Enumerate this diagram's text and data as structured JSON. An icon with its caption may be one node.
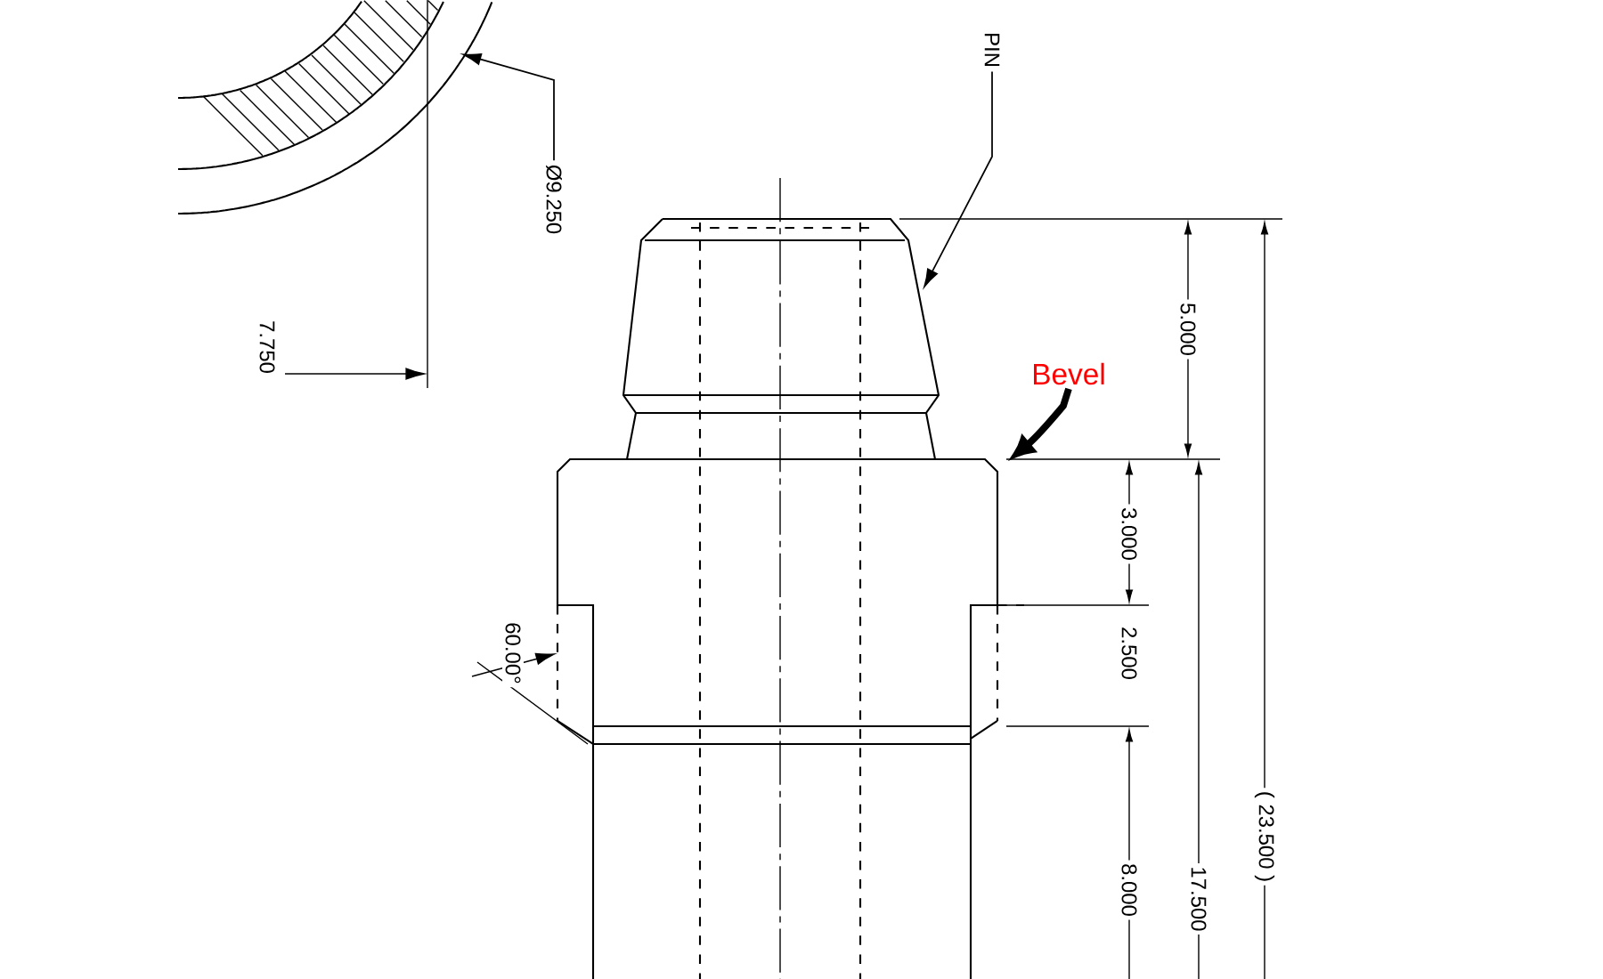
{
  "diagram": {
    "nodes": [
      {
        "text": [
          "PIN"
        ]
      },
      {
        "text": [
          "Ø9.250"
        ]
      },
      {
        "text": [
          "Bevel"
        ]
      }
    ],
    "edges": [
      {
        "from": 0,
        "to": null,
        "arrow": "to"
      },
      {
        "from": 1,
        "to": null,
        "arrow": "to"
      },
      {
        "from": 2,
        "to": null,
        "arrow": "to",
        "style": "thick"
      }
    ],
    "labels": [
      "5.000",
      "7.750",
      "3.000",
      "60.00°",
      "2.500",
      "( 23.500 )",
      "8.000",
      "17.500"
    ]
  }
}
